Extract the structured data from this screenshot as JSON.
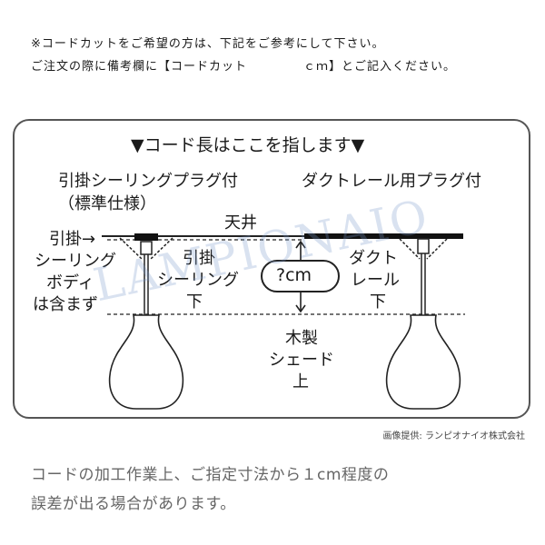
{
  "notes": {
    "line1": "※コードカットをご希望の方は、下記をご参考にして下さい。",
    "line2_a": "ご注文の際に備考欄に【コードカット",
    "line2_b": "ｃｍ】とご記入ください。"
  },
  "diagram": {
    "title": "▼コード長はここを指します▼",
    "left_header_1": "引掛シーリングプラグ付",
    "left_header_2": "（標準仕様）",
    "right_header": "ダクトレール用プラグ付",
    "ceiling": "天井",
    "left_note": [
      "引掛→",
      "シーリング",
      "ボディ",
      "は含まず"
    ],
    "mid_left": [
      "引掛",
      "シーリング",
      "下"
    ],
    "mid_right": [
      "ダクト",
      "レール",
      "下"
    ],
    "measure": "?cm",
    "shade": [
      "木製",
      "シェード",
      "上"
    ],
    "watermark": "LAMPIONAIO",
    "credit": "画像提供: ランピオナイオ株式会社"
  },
  "footer": {
    "line1": "コードの加工作業上、ご指定寸法から１cm程度の",
    "line2": "誤差が出る場合があります。"
  }
}
